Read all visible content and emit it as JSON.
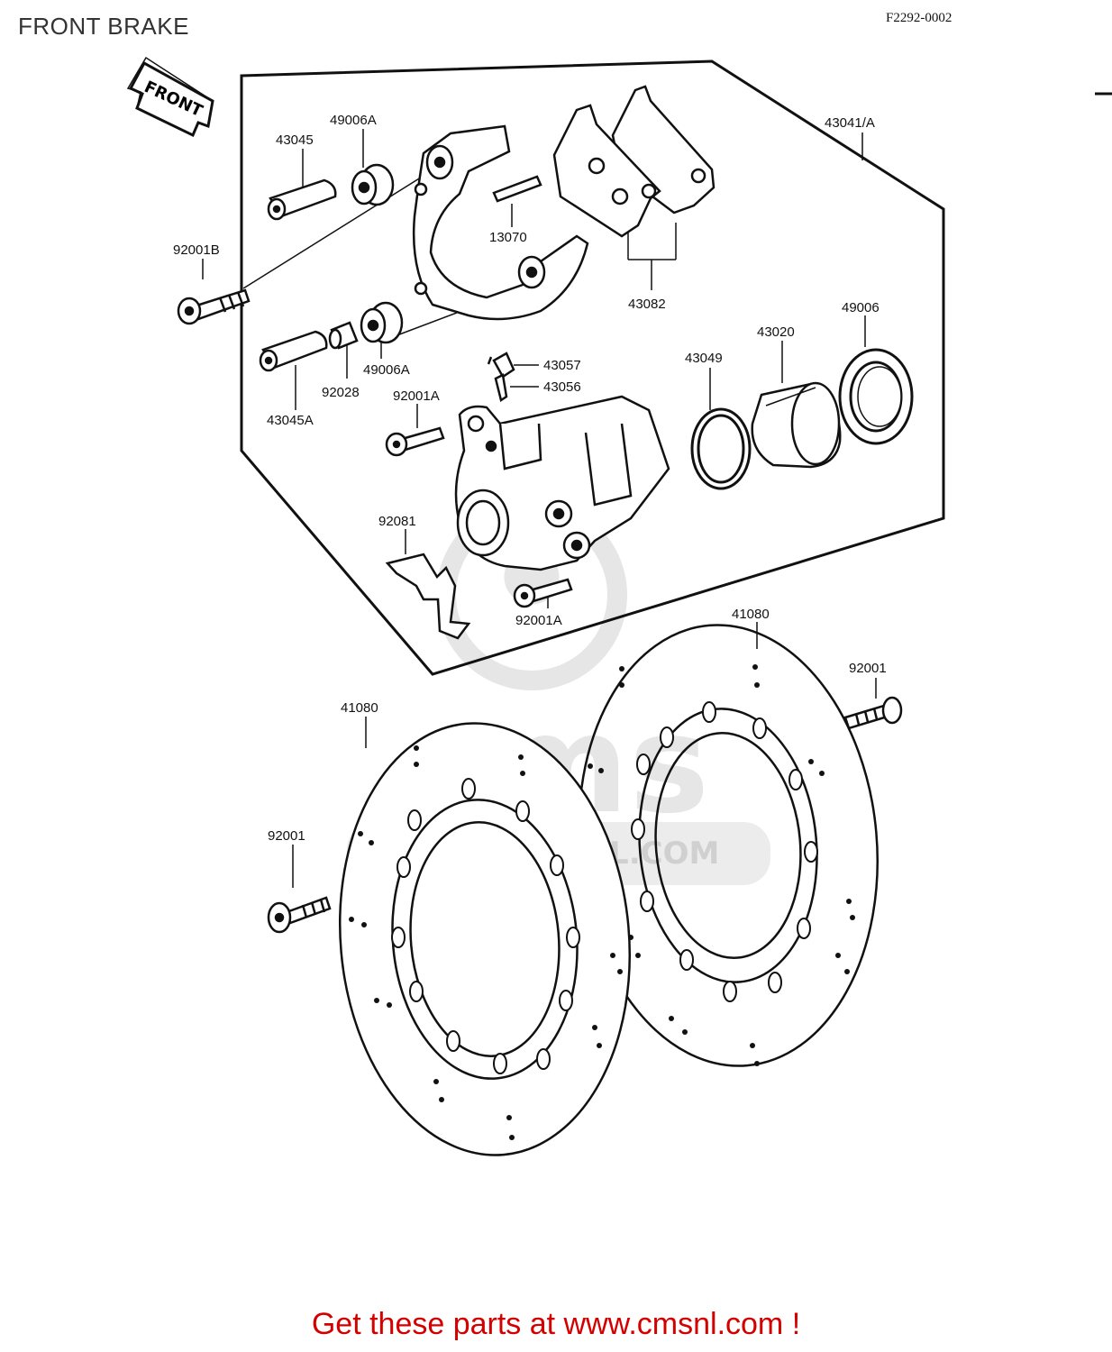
{
  "header": {
    "title": "FRONT BRAKE",
    "diagram_code": "F2292-0002",
    "front_arrow": "FRONT"
  },
  "watermark": {
    "brand": "cms",
    "url": "WWW.CMSNL.COM"
  },
  "parts": {
    "p43045": "43045",
    "p49006A_top": "49006A",
    "p43041A": "43041/A",
    "p13070": "13070",
    "p92001B": "92001B",
    "p43082": "43082",
    "p43020": "43020",
    "p49006": "49006",
    "p43049": "43049",
    "p43057": "43057",
    "p43056": "43056",
    "p49006A_bottom": "49006A",
    "p92028": "92028",
    "p92001A_upper": "92001A",
    "p43045A": "43045A",
    "p92081": "92081",
    "p92001A_lower": "92001A",
    "p41080_right": "41080",
    "p41080_left": "41080",
    "p92001_right": "92001",
    "p92001_left": "92001"
  },
  "footer": {
    "link_text": "Get these parts at www.cmsnl.com !"
  },
  "colors": {
    "footer_red": "#d40000",
    "line": "#111111",
    "watermark_gray": "#e6e6e6"
  }
}
